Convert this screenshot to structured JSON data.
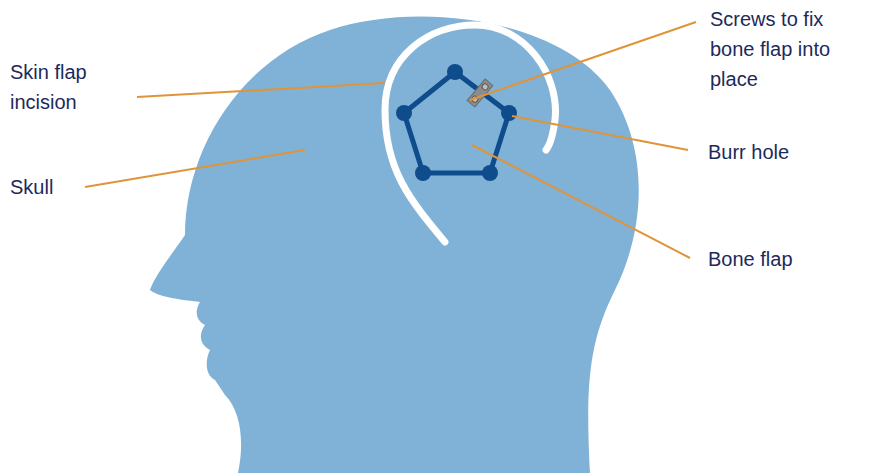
{
  "diagram": {
    "labels": [
      "Skin flap incision",
      "Skull",
      "Screws to fix bone flap into place",
      "Burr hole",
      "Bone flap"
    ]
  }
}
